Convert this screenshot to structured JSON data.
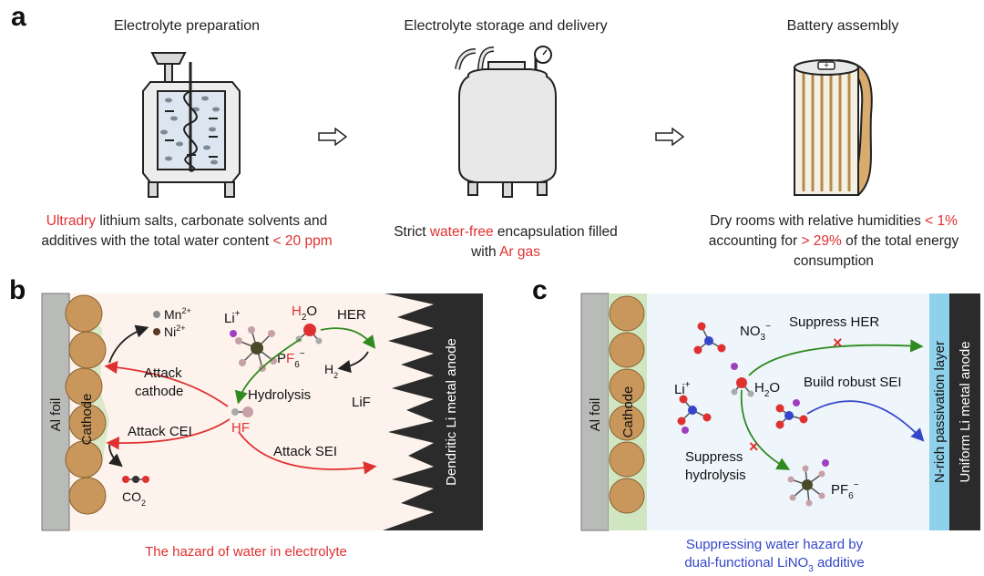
{
  "colors": {
    "red": "#e03131",
    "blue": "#3546c9",
    "cathode_particle": "#c9975c",
    "al_foil": "#b9bbb8",
    "anode": "#2b2b2b",
    "green_arrow": "#2f8a1f",
    "light_blue_layer": "#8fd0ea"
  },
  "panel_a": {
    "label": "a",
    "steps": [
      {
        "title": "Electrolyte preparation",
        "caption_parts": [
          {
            "text": "Ultradry",
            "highlight": true
          },
          {
            "text": " lithium salts, carbonate solvents and additives with the total water content ",
            "highlight": false
          },
          {
            "text": "< 20 ppm",
            "highlight": true
          }
        ],
        "icon": "mixing-tank-icon"
      },
      {
        "title": "Electrolyte storage and delivery",
        "caption_parts": [
          {
            "text": "Strict ",
            "highlight": false
          },
          {
            "text": "water-free",
            "highlight": true
          },
          {
            "text": " encapsulation filled with ",
            "highlight": false
          },
          {
            "text": "Ar gas",
            "highlight": true
          }
        ],
        "icon": "storage-vessel-icon"
      },
      {
        "title": "Battery assembly",
        "caption_parts": [
          {
            "text": "Dry rooms with relative humidities ",
            "highlight": false
          },
          {
            "text": "< 1%",
            "highlight": true
          },
          {
            "text": " accounting for ",
            "highlight": false
          },
          {
            "text": "> 29%",
            "highlight": true
          },
          {
            "text": " of the total energy consumption",
            "highlight": false
          }
        ],
        "icon": "cylindrical-cell-icon"
      }
    ]
  },
  "panel_b": {
    "label": "b",
    "al_foil": "Al foil",
    "cathode": "Cathode",
    "anode": "Dendritic Li metal anode",
    "mn": "Mn",
    "mn_sup": "2+",
    "ni": "Ni",
    "ni_sup": "2+",
    "li": "Li",
    "li_sup": "+",
    "h2o_h": "H",
    "h2o_sub": "2",
    "h2o_o": "O",
    "her": "HER",
    "h2_h": "H",
    "h2_sub": "2",
    "pf6_p": "P",
    "pf6_f": "F",
    "pf6_sub": "6",
    "pf6_sup": "−",
    "attack_cathode_1": "Attack",
    "attack_cathode_2": "cathode",
    "hydrolysis": "Hydrolysis",
    "lif": "LiF",
    "hf": "HF",
    "attack_cei": "Attack CEI",
    "attack_sei": "Attack SEI",
    "co2_co": "CO",
    "co2_sub": "2",
    "caption": "The hazard of water in electrolyte"
  },
  "panel_c": {
    "label": "c",
    "al_foil": "Al foil",
    "cathode": "Cathode",
    "passivation": "N-rich passivation layer",
    "anode": "Uniform Li metal anode",
    "no3_no": "NO",
    "no3_sub": "3",
    "no3_sup": "−",
    "suppress_her": "Suppress HER",
    "li": "Li",
    "li_sup": "+",
    "h2o_h": "H",
    "h2o_sub": "2",
    "h2o_o": "O",
    "build_sei": "Build robust SEI",
    "suppress_1": "Suppress",
    "suppress_2": "hydrolysis",
    "pf6_pf": "PF",
    "pf6_sub": "6",
    "pf6_sup": "−",
    "caption_1": "Suppressing water hazard by",
    "caption_2_pre": "dual-functional LiNO",
    "caption_2_sub": "3",
    "caption_2_post": " additive"
  }
}
